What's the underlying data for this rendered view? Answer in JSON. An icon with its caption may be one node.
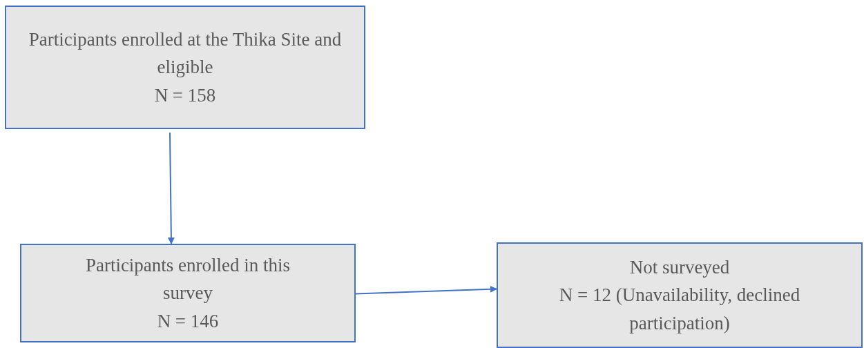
{
  "diagram": {
    "nodes": [
      {
        "text": [
          "Participants enrolled at the Thika Site and eligible",
          "N = 158"
        ]
      },
      {
        "text": [
          "Participants enrolled in this survey",
          "N = 146"
        ]
      },
      {
        "text": [
          "Not surveyed",
          "N = 12 (Unavailability, declined participation)"
        ]
      }
    ],
    "edges": [
      {
        "from": 0,
        "to": 1,
        "arrow": "to"
      },
      {
        "from": 1,
        "to": 2,
        "arrow": "to"
      }
    ]
  }
}
